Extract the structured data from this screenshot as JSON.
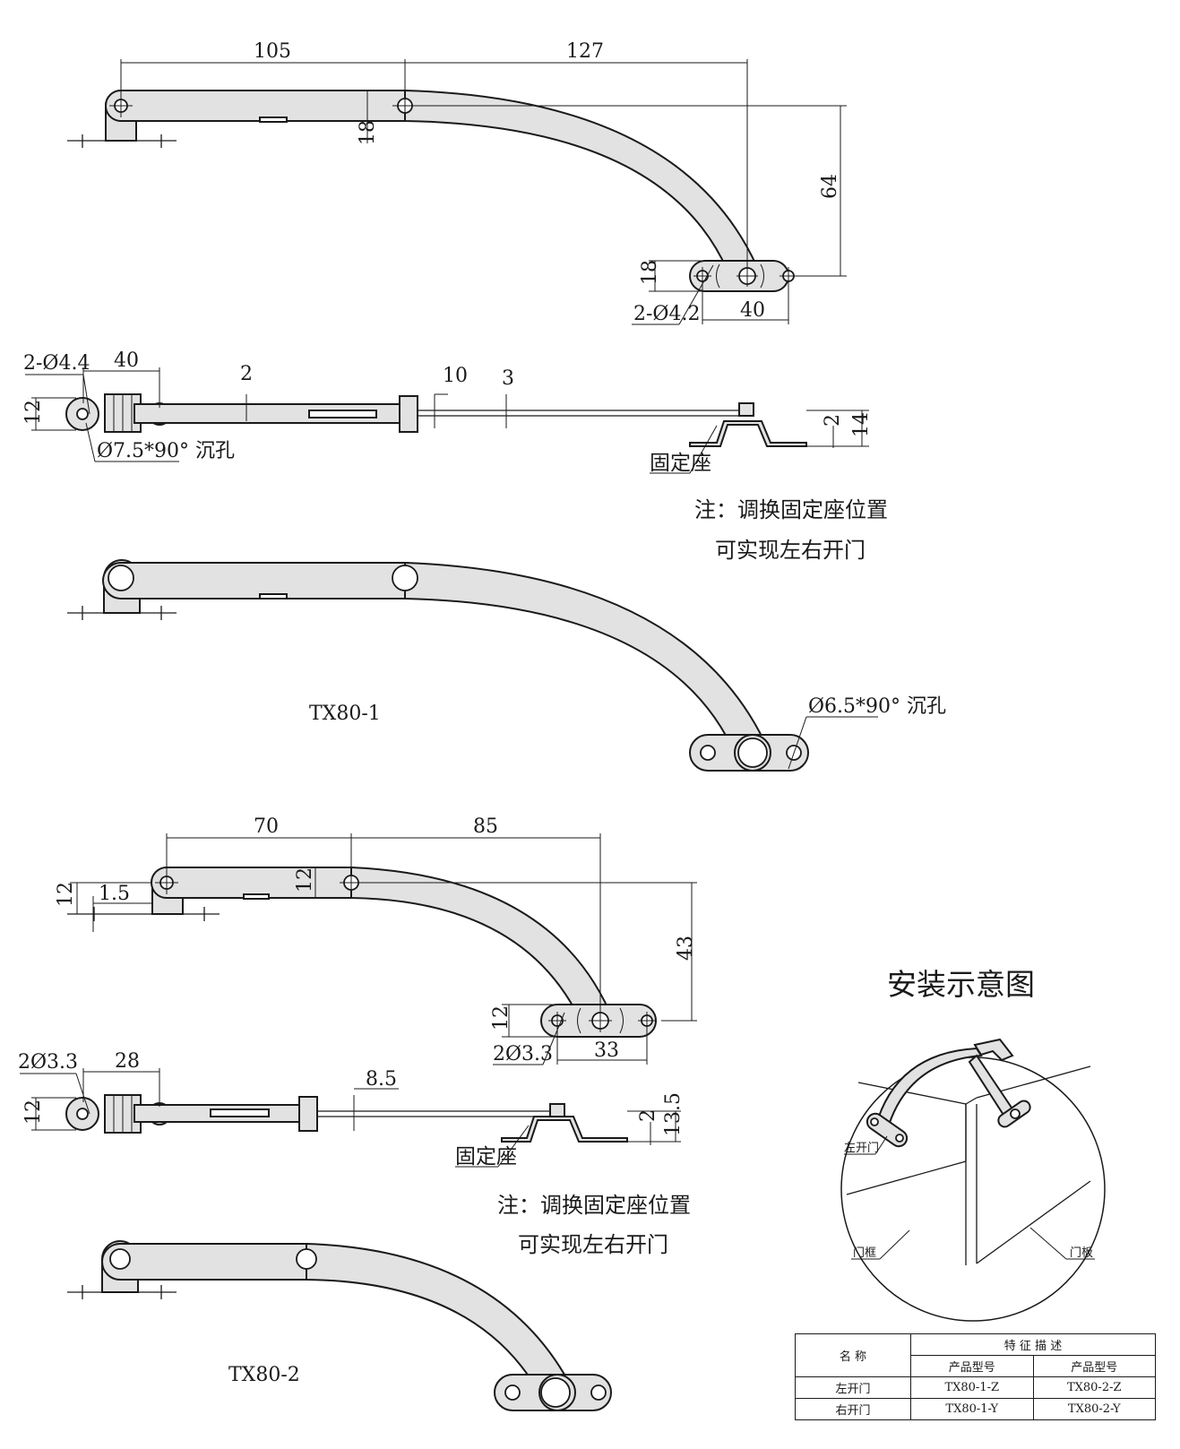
{
  "view1": {
    "dims": {
      "d105": "105",
      "d127": "127",
      "d18a": "18",
      "d64": "64",
      "d18b": "18",
      "holes": "2-Ø4.2",
      "d40": "40"
    }
  },
  "side1": {
    "dims": {
      "holes": "2-Ø4.4",
      "d40": "40",
      "d2a": "2",
      "d10": "10",
      "d3": "3",
      "d12": "12",
      "d2b": "2",
      "d14": "14",
      "csk": "Ø7.5*90° 沉孔"
    },
    "seat_label": "固定座",
    "note_line1": "注：调换固定座位置",
    "note_line2": "可实现左右开门"
  },
  "view2": {
    "model": "TX80-1",
    "csk": "Ø6.5*90° 沉孔"
  },
  "view3": {
    "dims": {
      "d70": "70",
      "d85": "85",
      "d12a": "12",
      "d15": "1.5",
      "d12b": "12",
      "d43": "43",
      "d12c": "12",
      "holes": "2Ø3.3",
      "d33": "33"
    }
  },
  "side2": {
    "dims": {
      "holes": "2Ø3.3",
      "d28": "28",
      "d85": "8.5",
      "d12": "12",
      "d2": "2",
      "d135": "13.5"
    },
    "seat_label": "固定座",
    "note_line1": "注：调换固定座位置",
    "note_line2": "可实现左右开门"
  },
  "view4": {
    "model": "TX80-2"
  },
  "install": {
    "title": "安装示意图",
    "left_door": "左开门",
    "frame": "门框",
    "panel": "门板"
  },
  "table": {
    "name_header": "名 称",
    "feature_header": "特 征 描 述",
    "col1": "产品型号",
    "col2": "产品型号",
    "rows": [
      {
        "name": "左开门",
        "m1": "TX80-1-Z",
        "m2": "TX80-2-Z"
      },
      {
        "name": "右开门",
        "m1": "TX80-1-Y",
        "m2": "TX80-2-Y"
      }
    ]
  }
}
